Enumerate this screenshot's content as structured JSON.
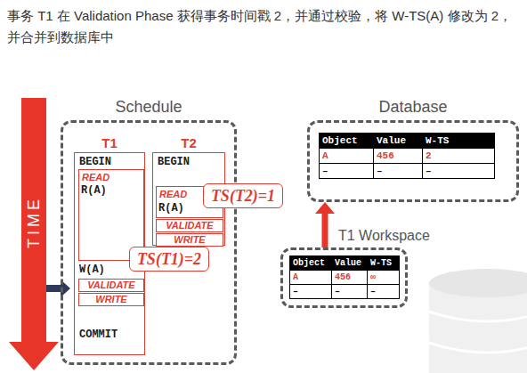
{
  "diagram": {
    "title": "事务 T1 在 Validation Phase 获得事务时间戳 2，并通过校验，将 W-TS(A) 修改为 2，并合并到数据库中",
    "nodes": [
      {
        "text": [
          "Schedule"
        ]
      },
      {
        "text": [
          "T1",
          "BEGIN",
          "W(A)",
          "COMMIT"
        ],
        "in": 0
      },
      {
        "text": [
          "READ",
          "R(A)"
        ],
        "in": 1
      },
      {
        "text": [
          "VALIDATE"
        ],
        "in": 1
      },
      {
        "text": [
          "WRITE"
        ],
        "in": 1
      },
      {
        "text": [
          "T2",
          "BEGIN"
        ],
        "in": 0
      },
      {
        "text": [
          "READ",
          "R(A)"
        ],
        "in": 5
      },
      {
        "text": [
          "VALIDATE"
        ],
        "in": 5
      },
      {
        "text": [
          "WRITE"
        ],
        "in": 5
      },
      {
        "text": [
          "TS(T2)=1"
        ]
      },
      {
        "text": [
          "TS(T1)=2"
        ]
      },
      {
        "text": [
          "Database"
        ]
      },
      {
        "text": [
          "T1 Workspace"
        ]
      }
    ],
    "edges": [
      {
        "from": 12,
        "to": 11,
        "arrow": "to"
      }
    ],
    "labels": [
      "TIME",
      "Object",
      "Value",
      "W-TS",
      "A",
      "456",
      "2",
      "–",
      "–",
      "–",
      "Object",
      "Value",
      "W-TS",
      "A",
      "456",
      "∞",
      "–",
      "–",
      "–"
    ]
  }
}
